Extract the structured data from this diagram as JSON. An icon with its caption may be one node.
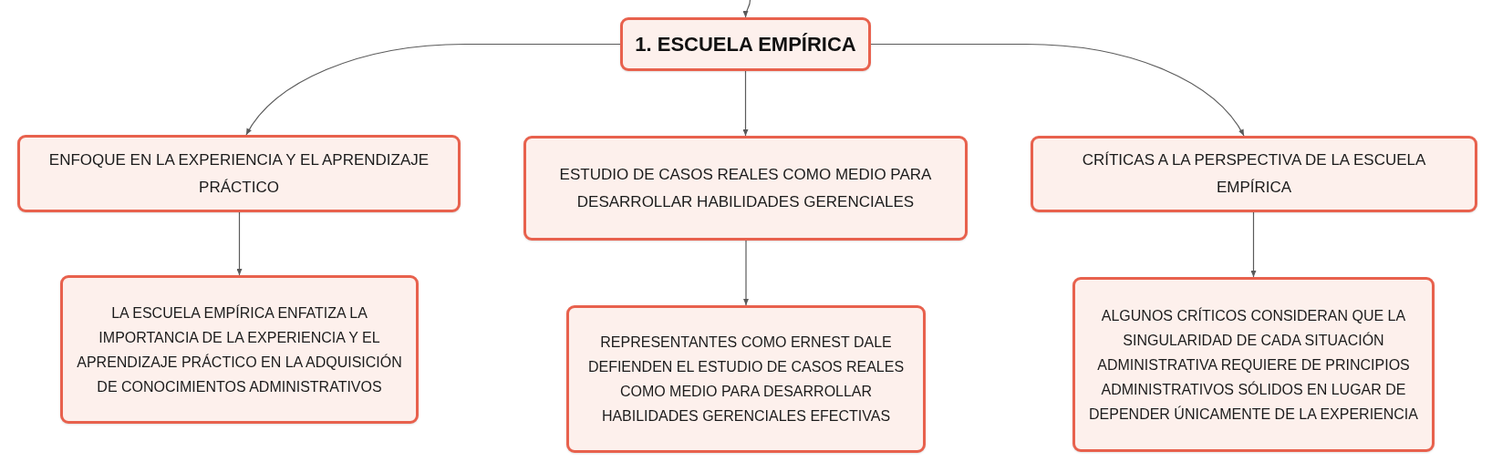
{
  "diagram": {
    "nodes": [
      {
        "text": [
          "1. ESCUELA EMPÍRICA"
        ]
      },
      {
        "text": [
          "ENFOQUE EN LA EXPERIENCIA Y EL APRENDIZAJE PRÁCTICO"
        ]
      },
      {
        "text": [
          "ESTUDIO DE CASOS REALES COMO MEDIO PARA DESARROLLAR HABILIDADES GERENCIALES"
        ]
      },
      {
        "text": [
          "CRÍTICAS A LA PERSPECTIVA DE LA ESCUELA EMPÍRICA"
        ]
      },
      {
        "text": [
          "LA ESCUELA EMPÍRICA ENFATIZA LA IMPORTANCIA DE LA EXPERIENCIA Y EL APRENDIZAJE PRÁCTICO EN LA ADQUISICIÓN DE CONOCIMIENTOS ADMINISTRATIVOS"
        ]
      },
      {
        "text": [
          "REPRESENTANTES COMO ERNEST DALE DEFIENDEN EL ESTUDIO DE CASOS REALES COMO MEDIO PARA DESARROLLAR HABILIDADES GERENCIALES EFECTIVAS"
        ]
      },
      {
        "text": [
          "ALGUNOS CRÍTICOS CONSIDERAN QUE LA SINGULARIDAD DE CADA SITUACIÓN ADMINISTRATIVA REQUIERE DE PRINCIPIOS ADMINISTRATIVOS SÓLIDOS EN LUGAR DE DEPENDER ÚNICAMENTE DE LA EXPERIENCIA"
        ]
      }
    ],
    "edges": [
      {
        "from": null,
        "to": 0,
        "arrow": "to"
      },
      {
        "from": 0,
        "to": 1,
        "arrow": "to"
      },
      {
        "from": 0,
        "to": 2,
        "arrow": "to"
      },
      {
        "from": 0,
        "to": 3,
        "arrow": "to"
      },
      {
        "from": 1,
        "to": 4,
        "arrow": "to"
      },
      {
        "from": 2,
        "to": 5,
        "arrow": "to"
      },
      {
        "from": 3,
        "to": 6,
        "arrow": "to"
      }
    ]
  }
}
